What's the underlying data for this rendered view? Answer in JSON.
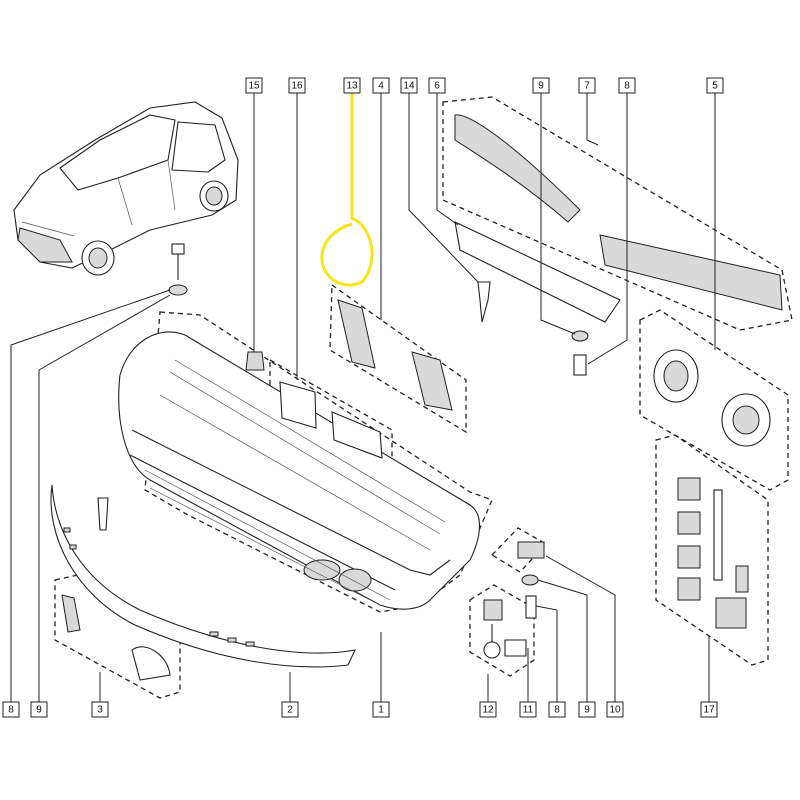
{
  "callouts_top": [
    {
      "label": "15"
    },
    {
      "label": "16"
    },
    {
      "label": "13"
    },
    {
      "label": "4"
    },
    {
      "label": "14"
    },
    {
      "label": "6"
    },
    {
      "label": "9"
    },
    {
      "label": "7"
    },
    {
      "label": "8"
    },
    {
      "label": "5"
    }
  ],
  "callouts_bottom": [
    {
      "label": "8"
    },
    {
      "label": "9"
    },
    {
      "label": "3"
    },
    {
      "label": "2"
    },
    {
      "label": "1"
    },
    {
      "label": "12"
    },
    {
      "label": "11"
    },
    {
      "label": "8"
    },
    {
      "label": "9"
    },
    {
      "label": "10"
    },
    {
      "label": "17"
    }
  ],
  "highlight": {
    "color": "#f6e51a",
    "target_label": "13"
  }
}
